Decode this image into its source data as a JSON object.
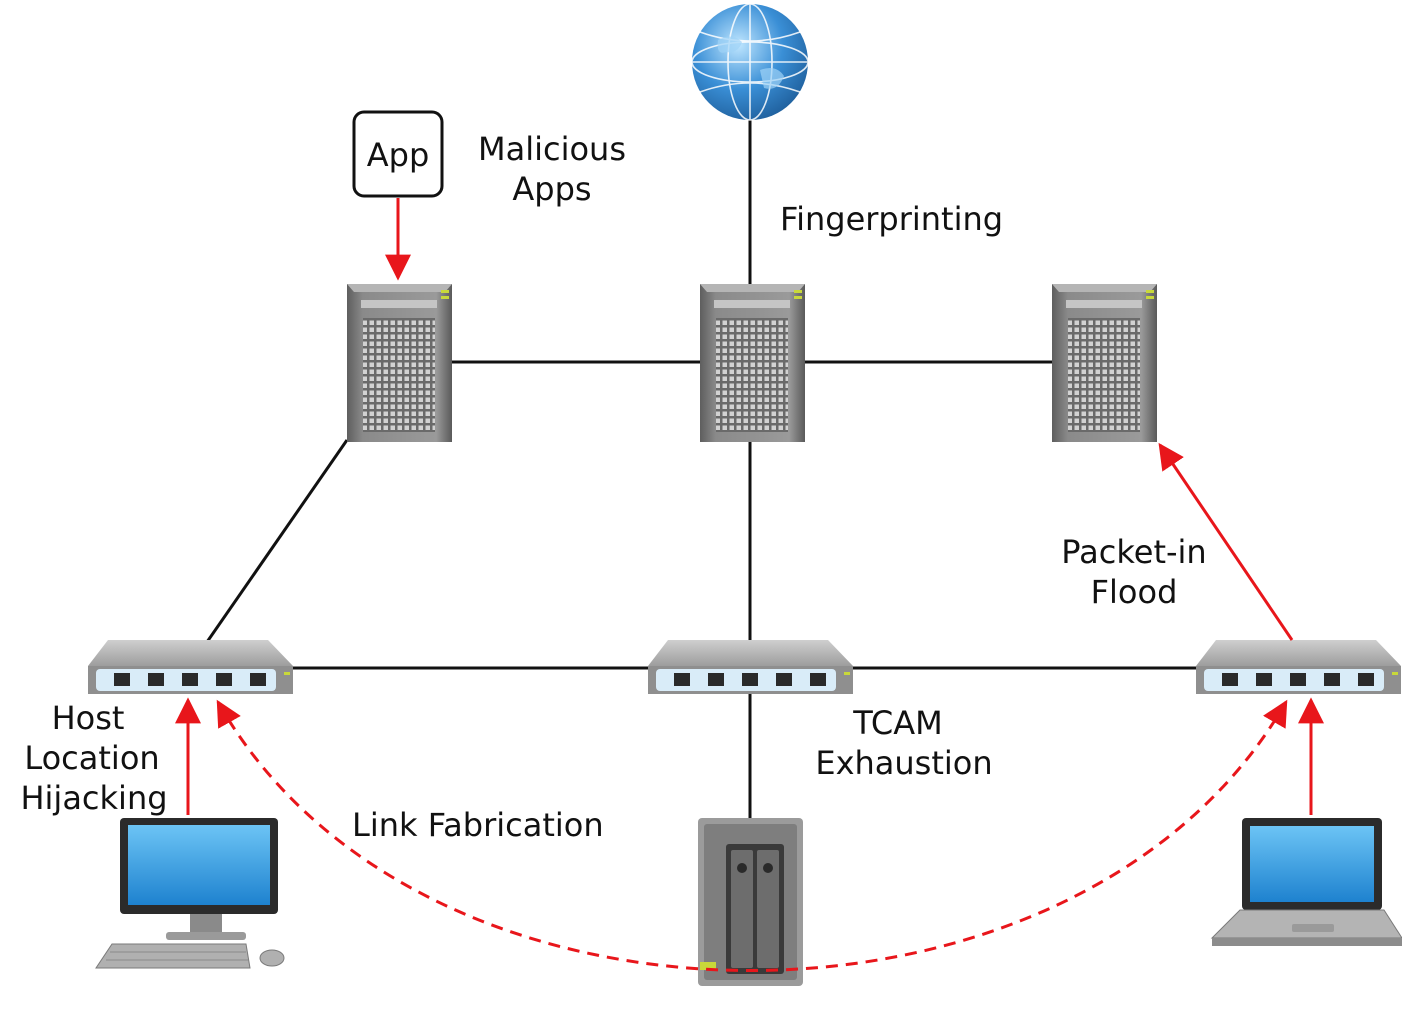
{
  "labels": {
    "app_box": "App",
    "malicious_apps_1": "Malicious",
    "malicious_apps_2": "Apps",
    "fingerprinting": "Fingerprinting",
    "packet_in_1": "Packet-in",
    "packet_in_2": "Flood",
    "host_loc_1": "Host",
    "host_loc_2": "Location",
    "host_loc_3": "Hijacking",
    "tcam_1": "TCAM",
    "tcam_2": "Exhaustion",
    "link_fabrication": "Link Fabrication"
  },
  "colors": {
    "link": "#111111",
    "attack": "#e8161b",
    "server_body": "#7d7d7d",
    "switch_body": "#a8a8a8",
    "globe": "#3a8fd6",
    "screen": "#3aa0e8"
  },
  "icons": {
    "internet": "globe-icon",
    "controllers": "server-icon",
    "switches": "switch-icon",
    "desktop": "desktop-computer-icon",
    "storage": "nas-storage-icon",
    "laptop": "laptop-icon"
  }
}
